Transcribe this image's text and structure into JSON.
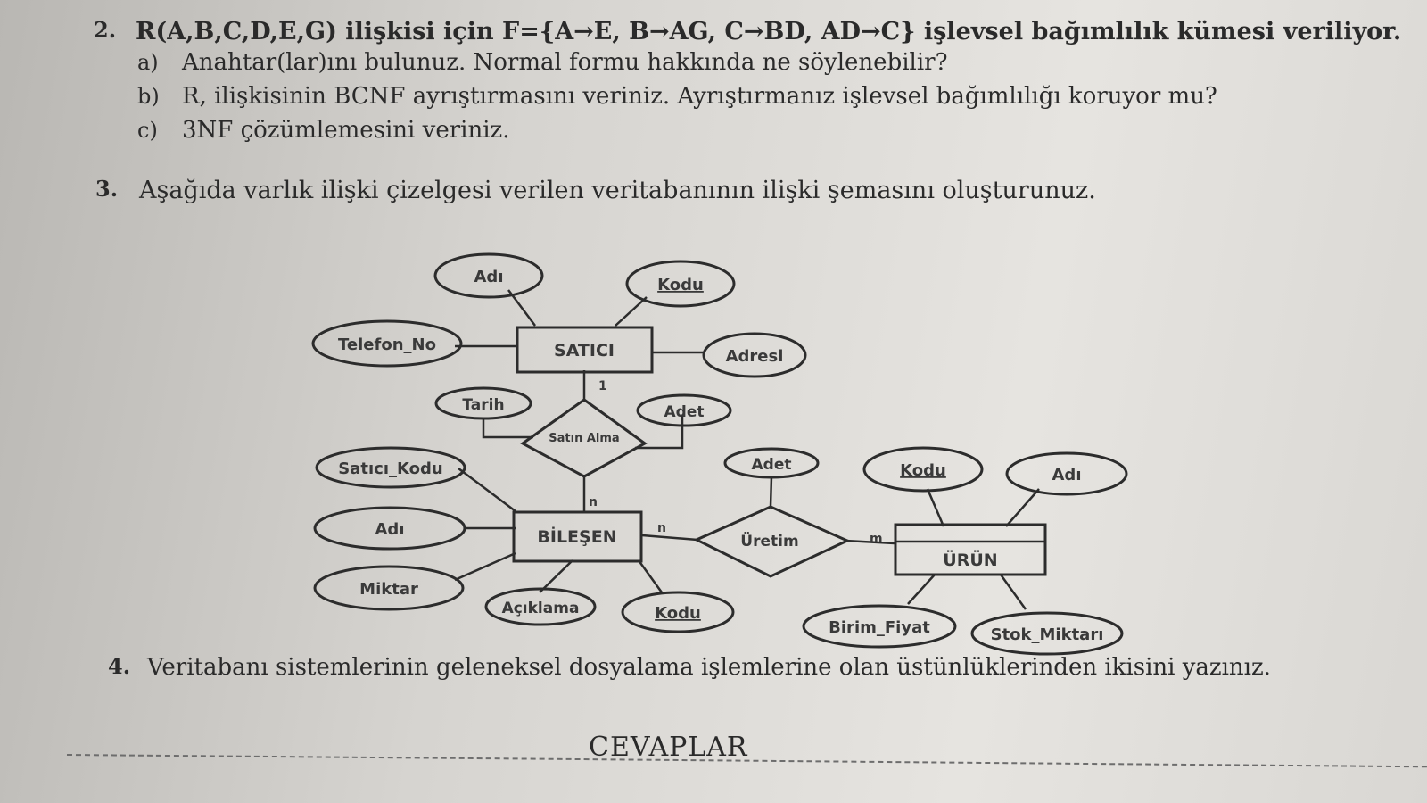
{
  "q2": {
    "number": "2.",
    "text": "R(A,B,C,D,E,G) ilişkisi için F={A→E, B→AG, C→BD, AD→C} işlevsel bağımlılık kümesi veriliyor.",
    "items": [
      {
        "label": "a)",
        "text": "Anahtar(lar)ını bulunuz. Normal formu hakkında ne söylenebilir?"
      },
      {
        "label": "b)",
        "text": "R, ilişkisinin BCNF ayrıştırmasını veriniz. Ayrıştırmanız işlevsel bağımlılığı koruyor mu?"
      },
      {
        "label": "c)",
        "text": "3NF çözümlemesini veriniz."
      }
    ]
  },
  "q3": {
    "number": "3.",
    "text": "Aşağıda varlık ilişki çizelgesi verilen veritabanının ilişki şemasını oluşturunuz."
  },
  "diagram": {
    "entities": {
      "satici": "SATICI",
      "bilesen": "BİLEŞEN",
      "urun": "ÜRÜN"
    },
    "relationships": {
      "satin_alma": "Satın Alma",
      "uretim": "Üretim"
    },
    "attributes": {
      "satici_adi": "Adı",
      "satici_kodu": "Kodu",
      "satici_telefon": "Telefon_No",
      "satici_adresi": "Adresi",
      "satin_tarih": "Tarih",
      "satin_adet": "Adet",
      "bilesen_satici_kodu": "Satıcı_Kodu",
      "bilesen_adi": "Adı",
      "bilesen_miktar": "Miktar",
      "bilesen_aciklama": "Açıklama",
      "bilesen_kodu": "Kodu",
      "uretim_adet": "Adet",
      "urun_kodu": "Kodu",
      "urun_adi": "Adı",
      "urun_birim_fiyat": "Birim_Fiyat",
      "urun_stok": "Stok_Miktarı"
    },
    "cardinalities": {
      "satici_side": "1",
      "bilesen_satin_side": "n",
      "bilesen_uretim_side": "n",
      "urun_side": "m"
    }
  },
  "q4": {
    "number": "4.",
    "text": "Veritabanı sistemlerinin geleneksel dosyalama işlemlerine olan üstünlüklerinden ikisini yazınız."
  },
  "answers_heading": "CEVAPLAR"
}
